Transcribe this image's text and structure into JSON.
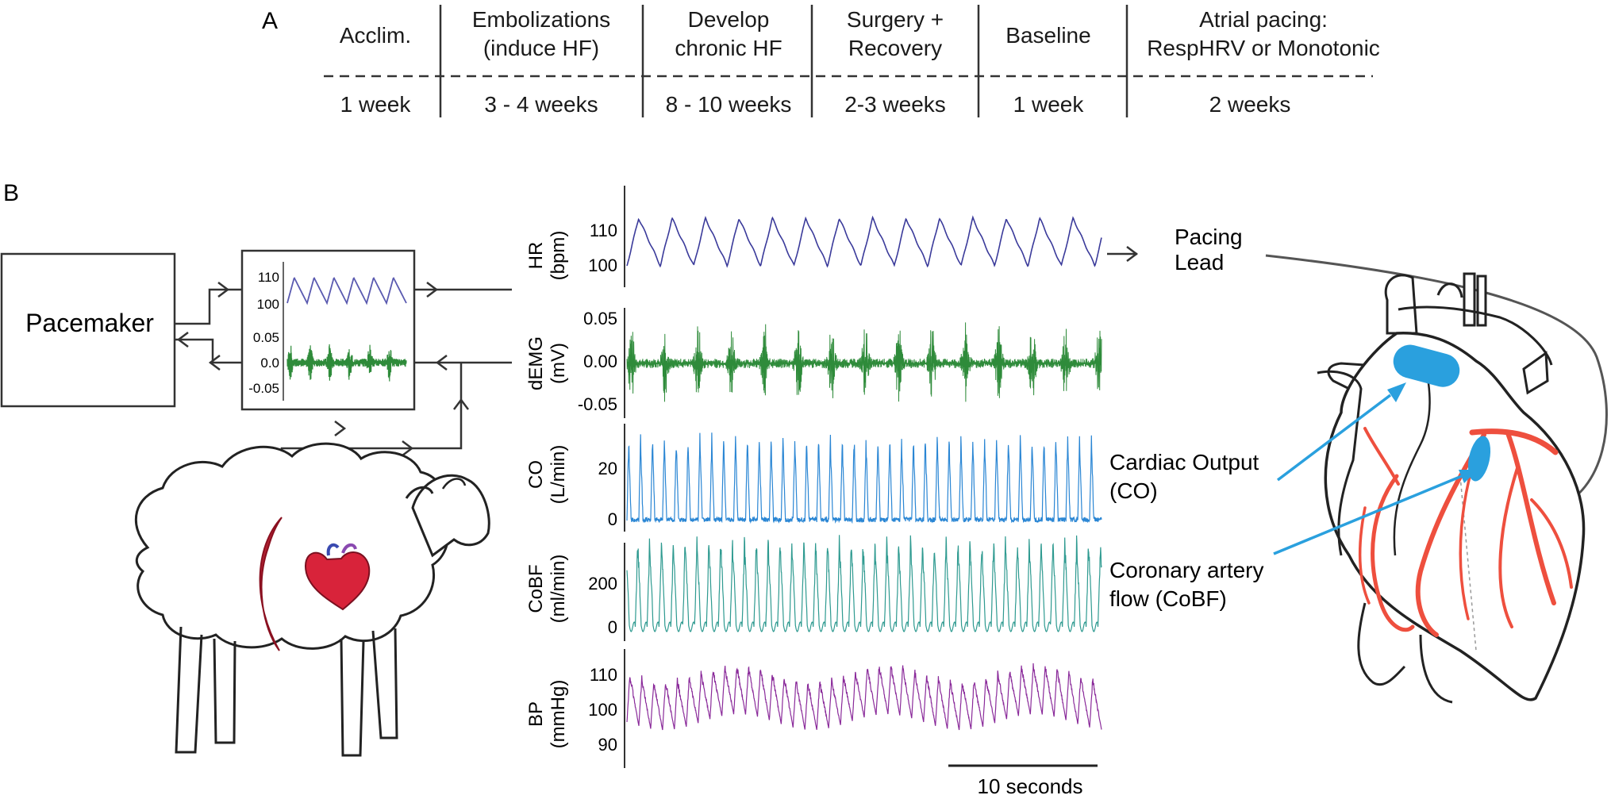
{
  "panel_a": {
    "label": "A",
    "phases": [
      {
        "title": [
          "Acclim."
        ],
        "duration": "1 week"
      },
      {
        "title": [
          "Embolizations",
          "(induce HF)"
        ],
        "duration": "3 - 4 weeks"
      },
      {
        "title": [
          "Develop",
          "chronic HF"
        ],
        "duration": "8 - 10 weeks"
      },
      {
        "title": [
          "Surgery +",
          "Recovery"
        ],
        "duration": "2-3 weeks"
      },
      {
        "title": [
          "Baseline"
        ],
        "duration": "1 week"
      },
      {
        "title": [
          "Atrial pacing:",
          "RespHRV or Monotonic"
        ],
        "duration": "2 weeks"
      }
    ]
  },
  "panel_b": {
    "label": "B",
    "pacemaker_label": "Pacemaker",
    "inset_ticks": {
      "hr": [
        "110",
        "100"
      ],
      "emg": [
        "0.05",
        "0.0",
        "-0.05"
      ]
    },
    "pacing_lead_label": [
      "Pacing",
      "Lead"
    ],
    "annotations": {
      "cardiac_output": [
        "Cardiac Output",
        "(CO)"
      ],
      "coronary_flow": [
        "Coronary artery",
        "flow (CoBF)"
      ]
    },
    "scale_bar": "10 seconds",
    "traces": [
      {
        "key": "hr",
        "label": [
          "HR",
          "(bpm)"
        ],
        "ticks": [
          "110",
          "100"
        ],
        "color": "#3a3a9a"
      },
      {
        "key": "demg",
        "label": [
          "dEMG",
          "(mV)"
        ],
        "ticks": [
          "0.05",
          "0.00",
          "-0.05"
        ],
        "color": "#2e8b3a"
      },
      {
        "key": "co",
        "label": [
          "CO",
          "(L/min)"
        ],
        "ticks": [
          "20",
          "0"
        ],
        "color": "#2a86d4"
      },
      {
        "key": "cobf",
        "label": [
          "CoBF",
          "(ml/min)"
        ],
        "ticks": [
          "200",
          "0"
        ],
        "color": "#2e9a90"
      },
      {
        "key": "bp",
        "label": [
          "BP",
          "(mmHg)"
        ],
        "ticks": [
          "110",
          "100",
          "90"
        ],
        "color": "#8a2a9a"
      }
    ]
  }
}
